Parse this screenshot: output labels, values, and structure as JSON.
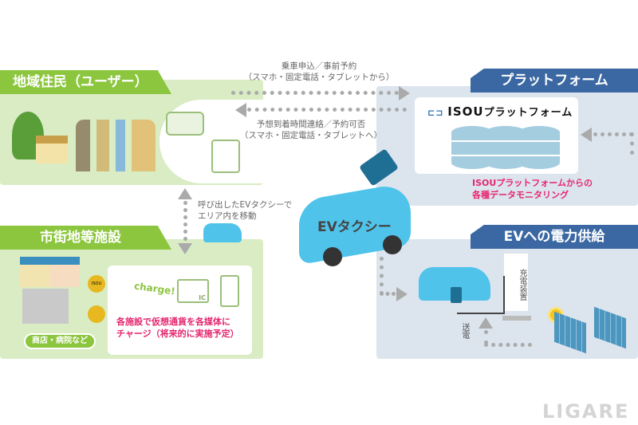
{
  "residents": {
    "title": "地域住民（ユーザー）"
  },
  "facilities": {
    "title": "市街地等施設",
    "tag": "商店・病院など",
    "charge_logo": "charge!",
    "ic_label": "IC",
    "coin_label": "ISOU",
    "note_line1": "各施設で仮想通貨を各媒体に",
    "note_line2": "チャージ（将来的に実施予定）"
  },
  "platform": {
    "title": "プラットフォーム",
    "logo_text": "ISOU",
    "logo_suffix": "プラットフォーム",
    "note_line1": "ISOUプラットフォームからの",
    "note_line2": "各種データモニタリング"
  },
  "power": {
    "title": "EVへの電力供給",
    "charger_label": "充電装置",
    "transmission_label": "送電"
  },
  "flows": {
    "request_line1": "乗車申込／事前予約",
    "request_line2": "（スマホ・固定電話・タブレットから）",
    "reply_line1": "予想到着時間連絡／予約可否",
    "reply_line2": "（スマホ・固定電話・タブレットへ）",
    "move_line1": "呼び出したEVタクシーで",
    "move_line2": "エリア内を移動"
  },
  "ev_taxi": {
    "label": "EVタクシー"
  },
  "watermark": "LIGARE",
  "colors": {
    "green": "#8cc63f",
    "blue": "#3b68a2",
    "pink": "#e5266e",
    "car": "#4fc3ea"
  }
}
